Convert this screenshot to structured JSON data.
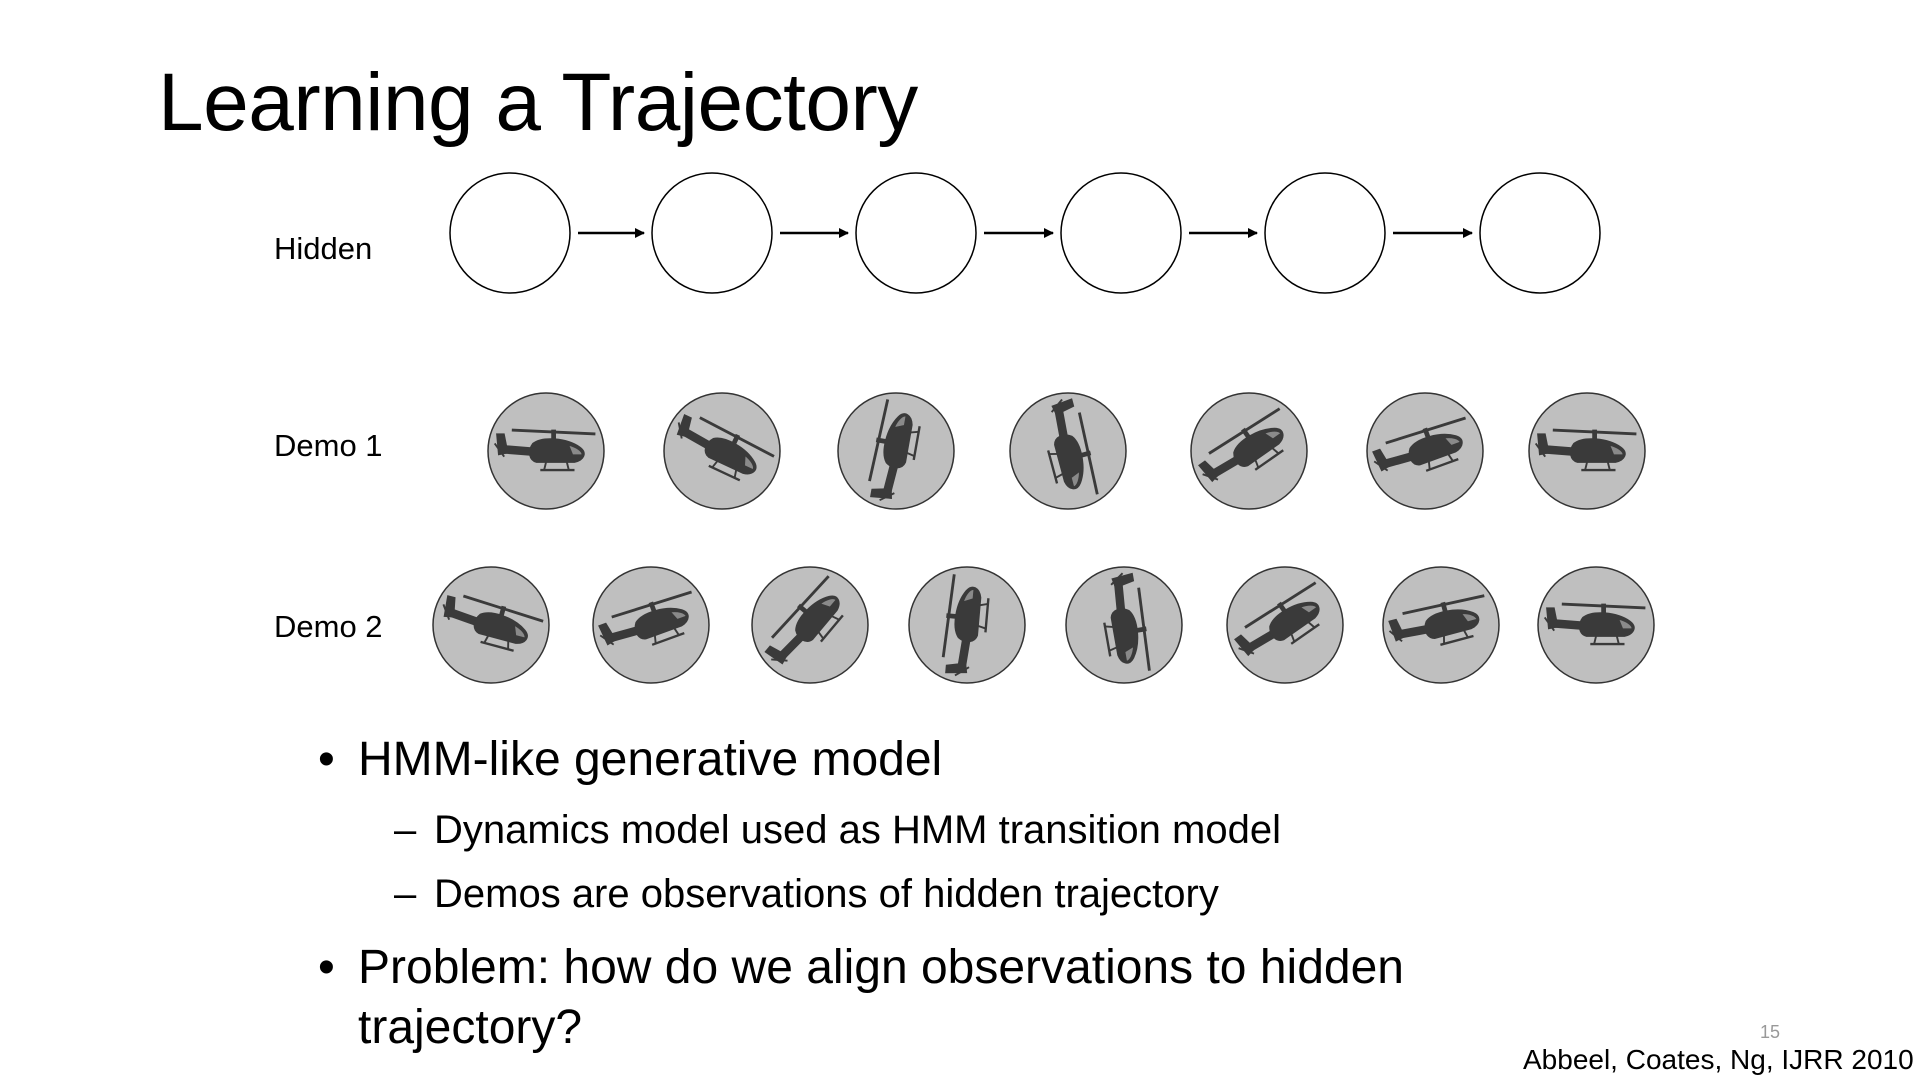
{
  "slide": {
    "title": "Learning a Trajectory",
    "slide_number": "15",
    "citation": "Abbeel, Coates, Ng, IJRR 2010"
  },
  "diagram": {
    "rows": [
      {
        "label": "Hidden",
        "kind": "hidden-state",
        "count": 6
      },
      {
        "label": "Demo 1",
        "kind": "helicopter-observation",
        "count": 7
      },
      {
        "label": "Demo 2",
        "kind": "helicopter-observation",
        "count": 8
      }
    ],
    "colors": {
      "observation_fill": "#bfbfbf",
      "helicopter": "#3a3a3a",
      "outline": "#000000"
    }
  },
  "bullets": [
    {
      "text": "HMM-like generative model",
      "sub": [
        "Dynamics model used as HMM transition model",
        "Demos are observations of hidden trajectory"
      ]
    },
    {
      "text": "Problem: how do we align observations to hidden trajectory?",
      "sub": []
    }
  ]
}
